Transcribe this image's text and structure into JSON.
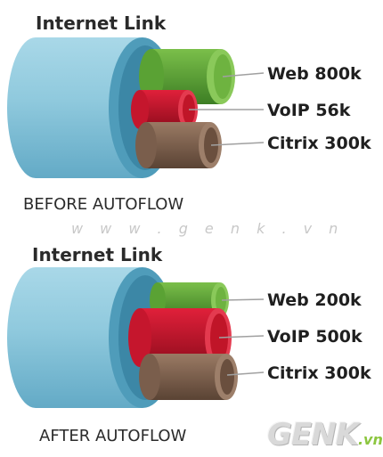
{
  "panels": [
    {
      "title": "Internet Link",
      "caption": "BEFORE AUTOFLOW",
      "flows": [
        {
          "name": "Web",
          "rate": "800k",
          "label": "Web 800k",
          "color": "#5f9e3a"
        },
        {
          "name": "VoIP",
          "rate": "56k",
          "label": "VoIP 56k",
          "color": "#c0142a"
        },
        {
          "name": "Citrix",
          "rate": "300k",
          "label": "Citrix 300k",
          "color": "#7a5e4c"
        }
      ]
    },
    {
      "title": "Internet Link",
      "caption": "AFTER AUTOFLOW",
      "flows": [
        {
          "name": "Web",
          "rate": "200k",
          "label": "Web 200k",
          "color": "#5f9e3a"
        },
        {
          "name": "VoIP",
          "rate": "500k",
          "label": "VoIP 500k",
          "color": "#c0142a"
        },
        {
          "name": "Citrix",
          "rate": "300k",
          "label": "Citrix 300k",
          "color": "#7a5e4c"
        }
      ]
    }
  ],
  "watermark": "w w w . g e n k . v n",
  "logo": {
    "main": "GENK",
    "suffix": ".vn"
  },
  "colors": {
    "pipe": "#8ec8dc",
    "pipe_shadow": "#5aa8c4",
    "pipe_end": "#3f8fae"
  }
}
